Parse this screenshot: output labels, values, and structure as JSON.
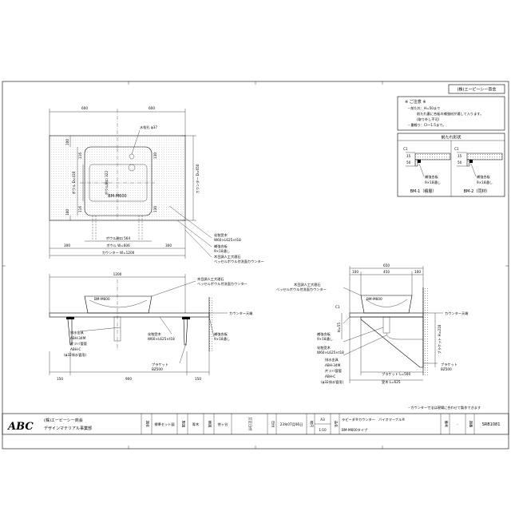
{
  "company_box": "(株)エービーシー商会",
  "notes": {
    "title": "※ ご注意 ※",
    "lines": [
      "・前たれ：H=50まで",
      "前たれ裏に合板の補強材が通して入ります。",
      "(取り外し不可)",
      "・重軽り：CI～1.5まで。"
    ]
  },
  "edge_profiles": {
    "title": "前たれ形状",
    "bm1_label": "BM-1（積層）",
    "bm2_label": "BM-2（同材）",
    "c1": "C1",
    "c1b": "C1",
    "reinforce": "補強合板",
    "reinforce_size": "9×18通し",
    "reinforce2": "補強合板",
    "reinforce2_size": "9×18通し",
    "dim_15": "15",
    "dim_50": "50",
    "dim_15b": "15",
    "dim_50b": "50"
  },
  "plan": {
    "dim_left": "600",
    "dim_right": "600",
    "faucet_hole": "水栓孔 φ37",
    "bowl_model": "BM-M600",
    "bowl_opening_v": "ボウル開口 322",
    "bowl_d": "ボウル D=410",
    "counter_d": "カウンター D=650",
    "bowl_opening_h": "ボウル開口 564",
    "bowl_w": "ボウル W=606",
    "counter_w": "カウンター W=1200",
    "dim_300_l": "300",
    "dim_300_r": "300",
    "dim_100": "100",
    "dim_100b": "100",
    "dim_116": "116",
    "dim_116b": "116",
    "dim_130": "130",
    "dim_130b": "130",
    "hinge": "化粧受木",
    "hinge_size": "W60×L625×t18",
    "reinforce": "補強合板",
    "reinforce_size": "9×18通し",
    "wood_label": "木目調人工大理石",
    "wood_label2": "ベッセルボウル付洗面カウンター"
  },
  "front": {
    "dim_1200": "1200",
    "wood_label": "木目調人工大理石",
    "wood_label2": "ベッセルボウル付洗面カウンター",
    "bowl_model": "BM-M600",
    "counter_top": "カウンター天端",
    "drain": "排水金具",
    "drain_model": "ABH-34M",
    "drain_sub": "片ツバ管管",
    "drain_abh": "ABH-C",
    "drain_dia": "(φ32排水管用)",
    "hinge": "化粧受木",
    "hinge_size": "W60×L625×t18",
    "reinforce": "補強合板",
    "reinforce_size": "9×18通し",
    "bracket": "ブラケット",
    "bracket_model": "BZ500",
    "dim_150_l": "150",
    "dim_900": "900",
    "dim_150_r": "150"
  },
  "side": {
    "dim_650": "650",
    "dim_100": "100",
    "dim_450": "450",
    "dim_100b": "100",
    "wood_label": "木目調人工大理石",
    "wood_label2": "ベッセルボウル付洗面カウンター",
    "bowl_model": "BM-M600",
    "c1": "C1",
    "counter_top": "カウンター天端",
    "reinforce": "補強合板",
    "reinforce_size": "9×18通し",
    "hinge": "化粧受木",
    "hinge_size": "W60×L625×t18",
    "drain": "排水金具",
    "drain_model": "ABH-34M",
    "drain_sub": "片ツバ管管",
    "drain_abh": "ABH-C",
    "drain_dia": "(φ32排水管用)",
    "bracket_l": "ブラケット L=500",
    "bracket": "ブラケット",
    "bracket_model": "BZ500",
    "wood_l": "受木 L=625",
    "dim_height": "H=55",
    "dim_bracket": "ブラケット H=210"
  },
  "footnote": "・カウンター寸法は現場に合わせて製作できます",
  "title_block": {
    "logo": "ABC",
    "company1": "(株)エービーシー商会",
    "company2": "デザインマテリアル事業部",
    "f_name_h": "図名",
    "f_name": "標準セット図",
    "f_made_h": "製図",
    "f_made": "青木",
    "f_check_h": "検図",
    "f_check": "笹ヶ谷",
    "f_rev_h": "訂正日付",
    "f_date_h": "日付",
    "f_date": "23年07月06日",
    "f_size_h": "縮尺",
    "f_size": "A3",
    "f_scale": "1:10",
    "f_item_h": "品名",
    "f_item1": "ラピーダ®カウンター　バイオマーブル®",
    "f_item2": "BM-M600タイプ",
    "f_note_h": "備考",
    "f_note": "-",
    "f_no_h": "図番",
    "f_no": "SRB1081"
  }
}
